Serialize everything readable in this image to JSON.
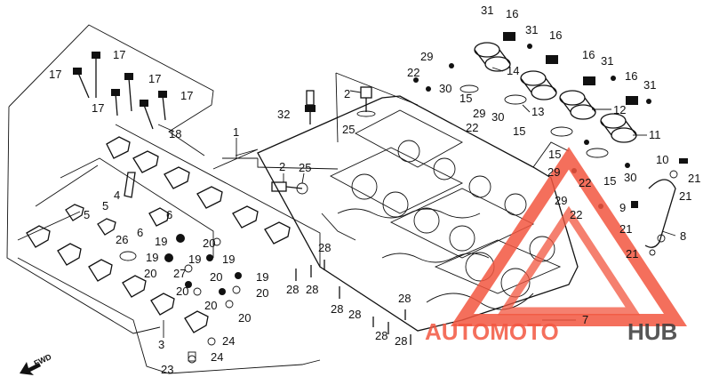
{
  "callouts": {
    "c1": "1",
    "c2a": "2",
    "c2b": "2",
    "c3": "3",
    "c4": "4",
    "c5a": "5",
    "c5b": "5",
    "c6a": "6",
    "c6b": "6",
    "c7": "7",
    "c8": "8",
    "c9": "9",
    "c10": "10",
    "c11": "11",
    "c12": "12",
    "c13": "13",
    "c14": "14",
    "c15a": "15",
    "c15b": "15",
    "c15c": "15",
    "c15d": "15",
    "c16a": "16",
    "c16b": "16",
    "c16c": "16",
    "c16d": "16",
    "c17a": "17",
    "c17b": "17",
    "c17c": "17",
    "c17d": "17",
    "c17e": "17",
    "c18": "18",
    "c19a": "19",
    "c19b": "19",
    "c19c": "19",
    "c19d": "19",
    "c19e": "19",
    "c20a": "20",
    "c20b": "20",
    "c20c": "20",
    "c20d": "20",
    "c20e": "20",
    "c20f": "20",
    "c20g": "20",
    "c21a": "21",
    "c21b": "21",
    "c21c": "21",
    "c21d": "21",
    "c22a": "22",
    "c22b": "22",
    "c22c": "22",
    "c22d": "22",
    "c23": "23",
    "c24a": "24",
    "c24b": "24",
    "c25a": "25",
    "c25b": "25",
    "c26": "26",
    "c27": "27",
    "c28a": "28",
    "c28b": "28",
    "c28c": "28",
    "c28d": "28",
    "c28e": "28",
    "c28f": "28",
    "c28g": "28",
    "c28h": "28",
    "c29a": "29",
    "c29b": "29",
    "c29c": "29",
    "c29d": "29",
    "c30a": "30",
    "c30b": "30",
    "c30c": "30",
    "c31a": "31",
    "c31b": "31",
    "c31c": "31",
    "c31d": "31",
    "c32": "32"
  },
  "fwd_label": "FWD",
  "watermark": {
    "word1": "AUTOMOTO",
    "word2": "HUB",
    "color_primary": "#f2563f",
    "color_secondary": "#3a3a3a"
  }
}
